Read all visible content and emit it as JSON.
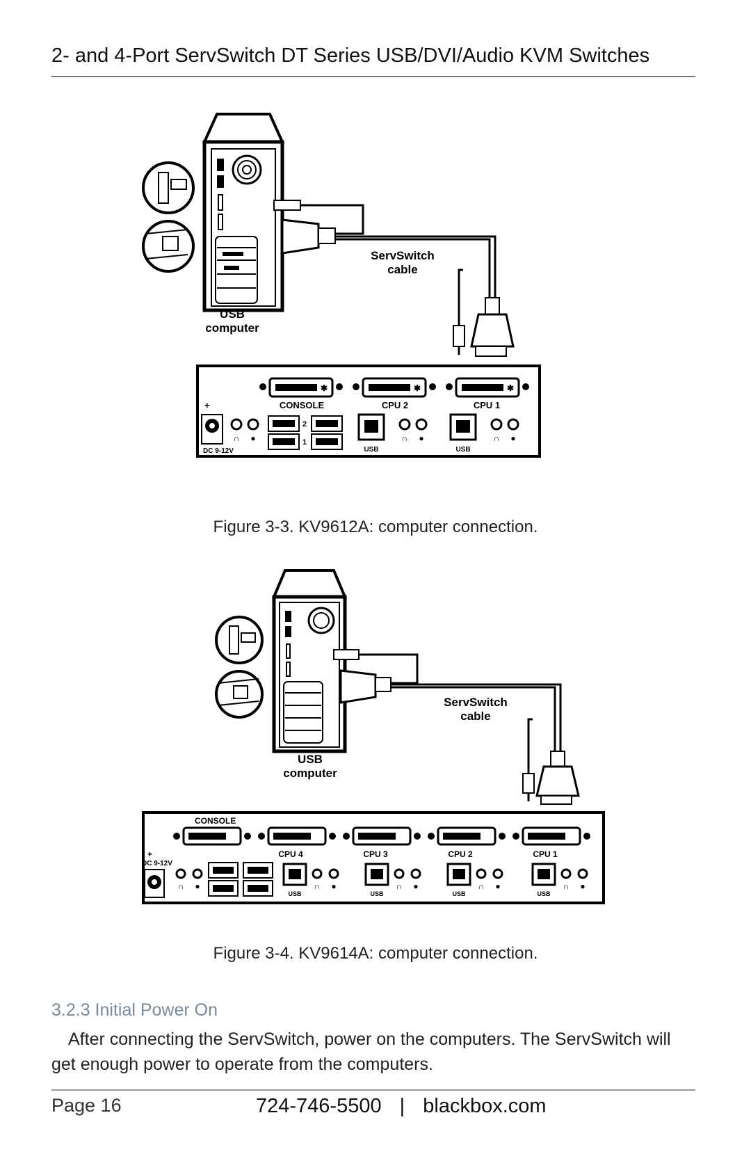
{
  "header": {
    "title": "2- and 4-Port ServSwitch DT Series USB/DVI/Audio KVM Switches"
  },
  "figure1": {
    "caption": "Figure 3-3. KV9612A: computer connection.",
    "cable_label_1": "ServSwitch",
    "cable_label_2": "cable",
    "computer_label_1": "USB",
    "computer_label_2": "computer",
    "power_sym": "+",
    "console": "CONSOLE",
    "cpu2": "CPU 2",
    "cpu1": "CPU 1",
    "port2": "2",
    "port1": "1",
    "usb": "USB",
    "dc": "DC 9-12V"
  },
  "figure2": {
    "caption": "Figure 3-4. KV9614A: computer connection.",
    "cable_label_1": "ServSwitch",
    "cable_label_2": "cable",
    "computer_label_1": "USB",
    "computer_label_2": "computer",
    "power_sym": "+",
    "console": "CONSOLE",
    "cpu4": "CPU 4",
    "cpu3": "CPU 3",
    "cpu2": "CPU 2",
    "cpu1": "CPU 1",
    "usb": "USB",
    "dc": "DC 9-12V"
  },
  "section": {
    "title": "3.2.3 Initial Power On",
    "body": "After connecting the ServSwitch, power on the computers. The ServSwitch will get enough power to operate from the computers."
  },
  "footer": {
    "page": "Page 16",
    "phone": "724-746-5500",
    "separator": "|",
    "website": "blackbox.com"
  }
}
